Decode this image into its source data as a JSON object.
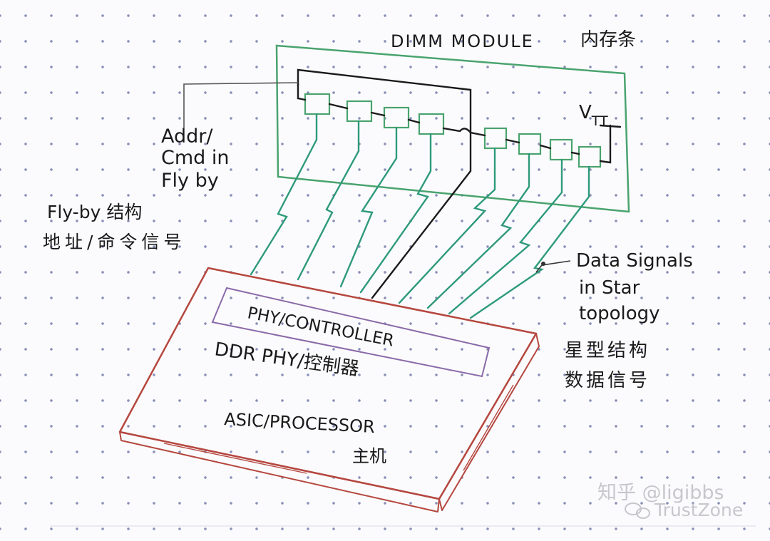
{
  "dimm": {
    "title": "DIMM MODULE",
    "title_cn": "内存条",
    "vtt_label": "V",
    "vtt_sub": "TT"
  },
  "addr": {
    "line1": "Addr/",
    "line2": "Cmd in",
    "line3": "Fly by"
  },
  "flyby": {
    "line1": "Fly-by 结构",
    "line2": "地址/命令信号"
  },
  "data_signals": {
    "line1": "Data Signals",
    "line2": "in Star",
    "line3": "topology",
    "cn1": "星型结构",
    "cn2": "数据信号"
  },
  "chip": {
    "phy_box": "PHY/CONTROLLER",
    "ddr_phy": "DDR PHY/控制器",
    "asic": "ASIC/PROCESSOR",
    "host_cn": "主机"
  },
  "watermark": {
    "line1": "知乎 @ligibbs",
    "line2": "TrustZone"
  },
  "colors": {
    "dimm_green": "#4aa36e",
    "trace_green": "#2e9a7a",
    "chip_red": "#b5473f",
    "phy_purple": "#8a6aa8",
    "ink": "#1a1a1a"
  }
}
